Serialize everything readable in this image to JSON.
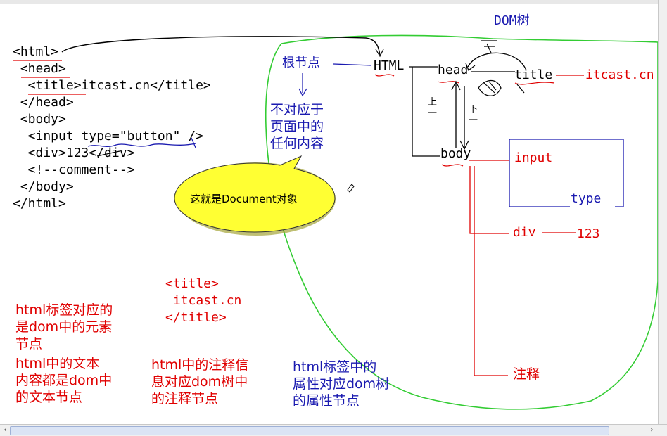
{
  "code_lines": [
    "<html>",
    " <head>",
    "  <title>itcast.cn</title>",
    " </head>",
    " <body>",
    "  <input type=\"button\" />",
    "  <div>123</div>",
    "  <!--comment-->",
    " </body>",
    "</html>"
  ],
  "tree": {
    "title_label": "DOM树",
    "root_label": "根节点",
    "html": "HTML",
    "head": "head",
    "title": "title",
    "title_text": "itcast.cn",
    "body": "body",
    "input": "input",
    "type": "type",
    "div": "div",
    "div_text": "123",
    "comment": "注释",
    "up_label": "上\n一",
    "down_label": "下\n一"
  },
  "root_note": "不对应于\n页面中的\n任何内容",
  "bubble": "这就是Document对象",
  "title_snippet": "<title>\n itcast.cn\n</title>",
  "notes": {
    "element_nodes": "html标签对应的\n是dom中的元素\n节点",
    "text_nodes": "html中的文本\n内容都是dom中\n的文本节点",
    "comment_nodes": "html中的注释信\n息对应dom树中\n的注释节点",
    "attribute_nodes": "html标签中的\n属性对应dom树\n的属性节点"
  },
  "colors": {
    "red": "#e00000",
    "blue": "#1a1ab0",
    "green": "#33cc33",
    "bubble": "#ffff33"
  },
  "icons": [
    "pencil-cursor-icon",
    "scroll-left-arrow-icon",
    "scroll-right-arrow-icon"
  ]
}
